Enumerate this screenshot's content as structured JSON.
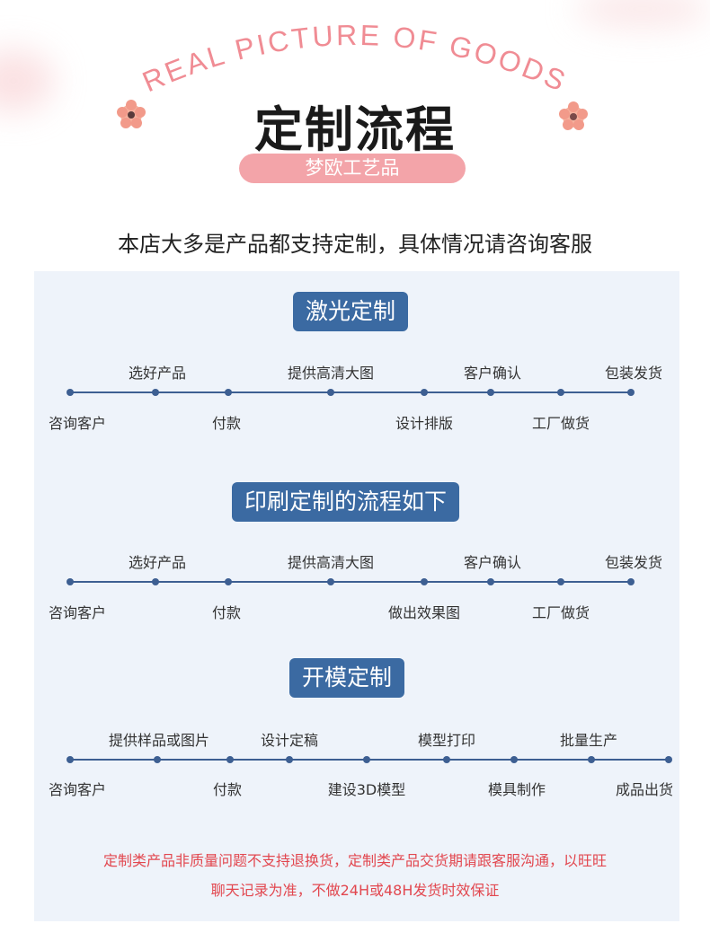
{
  "header": {
    "arc_text": "REAL PICTURE OF GOODS",
    "title": "定制流程",
    "brand": "梦欧工艺品"
  },
  "intro": "本店大多是产品都支持定制，具体情况请咨询客服",
  "sections": [
    {
      "label": "激光定制",
      "steps_top": [
        "选好产品",
        "提供高清大图",
        "客户确认",
        "包装发货"
      ],
      "steps_bottom": [
        "咨询客户",
        "付款",
        "设计排版",
        "工厂做货"
      ]
    },
    {
      "label": "印刷定制的流程如下",
      "steps_top": [
        "选好产品",
        "提供高清大图",
        "客户确认",
        "包装发货"
      ],
      "steps_bottom": [
        "咨询客户",
        "付款",
        "做出效果图",
        "工厂做货"
      ]
    },
    {
      "label": "开模定制",
      "steps_top": [
        "提供样品或图片",
        "设计定稿",
        "模型打印",
        "批量生产"
      ],
      "steps_bottom": [
        "咨询客户",
        "付款",
        "建设3D模型",
        "模具制作",
        "成品出货"
      ]
    }
  ],
  "notice": {
    "line1": "定制类产品非质量问题不支持退换货，定制类产品交货期请跟客服沟通，以旺旺",
    "line2": "聊天记录为准，不做24H或48H发货时效保证"
  },
  "colors": {
    "accent_blue": "#3b6aa2",
    "pill_pink": "#f3a4a9",
    "notice_red": "#e2474f",
    "panel_bg": "#eef3fa"
  }
}
